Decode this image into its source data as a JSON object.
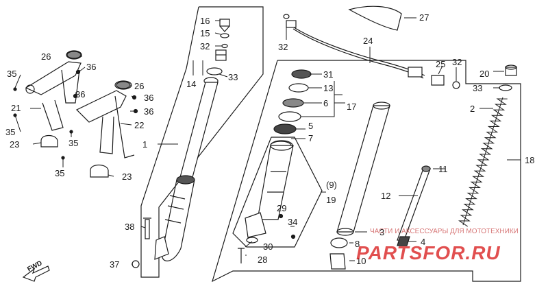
{
  "diagram": {
    "callouts": {
      "c1": "1",
      "c2": "2",
      "c3": "3",
      "c4": "4",
      "c5": "5",
      "c6": "6",
      "c7": "7",
      "c8": "8",
      "c9": "(9)",
      "c10": "10",
      "c11": "11",
      "c12": "12",
      "c13": "13",
      "c14": "14",
      "c15": "15",
      "c16": "16",
      "c17": "17",
      "c18": "18",
      "c19": "19",
      "c20": "20",
      "c21": "21",
      "c22": "22",
      "c23a": "23",
      "c23b": "23",
      "c24": "24",
      "c25": "25",
      "c26a": "26",
      "c26b": "26",
      "c27": "27",
      "c28": "28",
      "c29": "29",
      "c30": "30",
      "c31": "31",
      "c32a": "32",
      "c32b": "32",
      "c32c": "32",
      "c33a": "33",
      "c33b": "33",
      "c34": "34",
      "c35a": "35",
      "c35b": "35",
      "c35c": "35",
      "c35d": "35",
      "c36a": "36",
      "c36b": "36",
      "c36c": "36",
      "c36d": "36",
      "c37": "37",
      "c38": "38"
    },
    "fwd_label": "FWD",
    "watermark": {
      "caption": "ЧАСТИ И АКСЕССУАРЫ ДЛЯ МОТОТЕХНИКИ",
      "brand": "PARTSFOR.RU",
      "color": "#d81e1e"
    },
    "line_color": "#1a1a1a"
  }
}
